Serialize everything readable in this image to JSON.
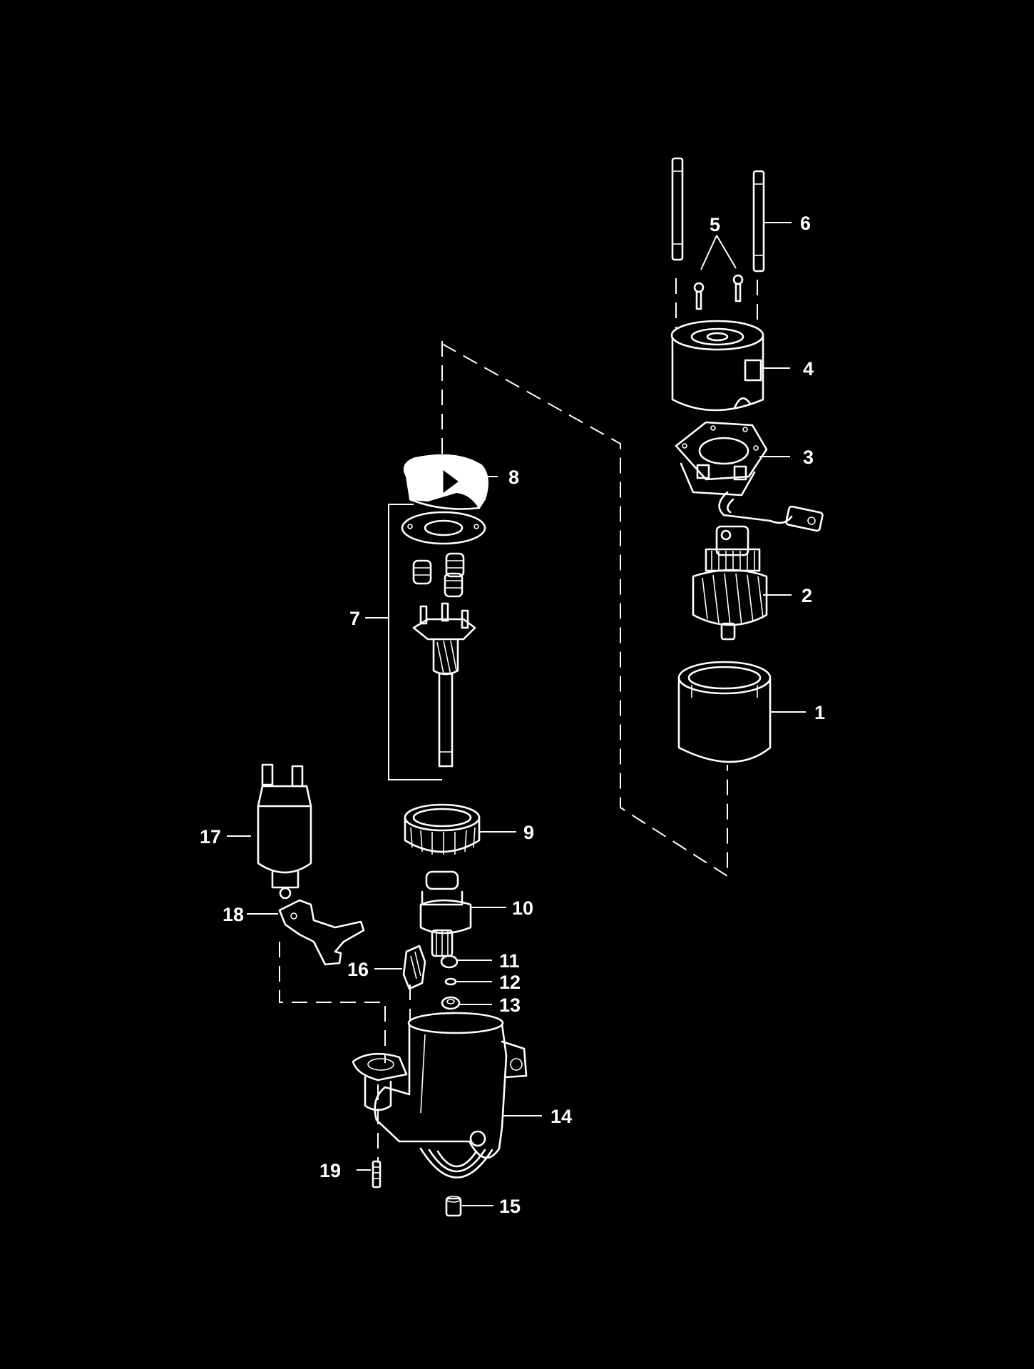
{
  "diagram": {
    "background": "#000000",
    "stroke_color": "#ffffff",
    "callouts": [
      "1",
      "2",
      "3",
      "4",
      "5",
      "6",
      "7",
      "8",
      "9",
      "10",
      "11",
      "12",
      "13",
      "14",
      "15",
      "16",
      "17",
      "18",
      "19"
    ]
  }
}
